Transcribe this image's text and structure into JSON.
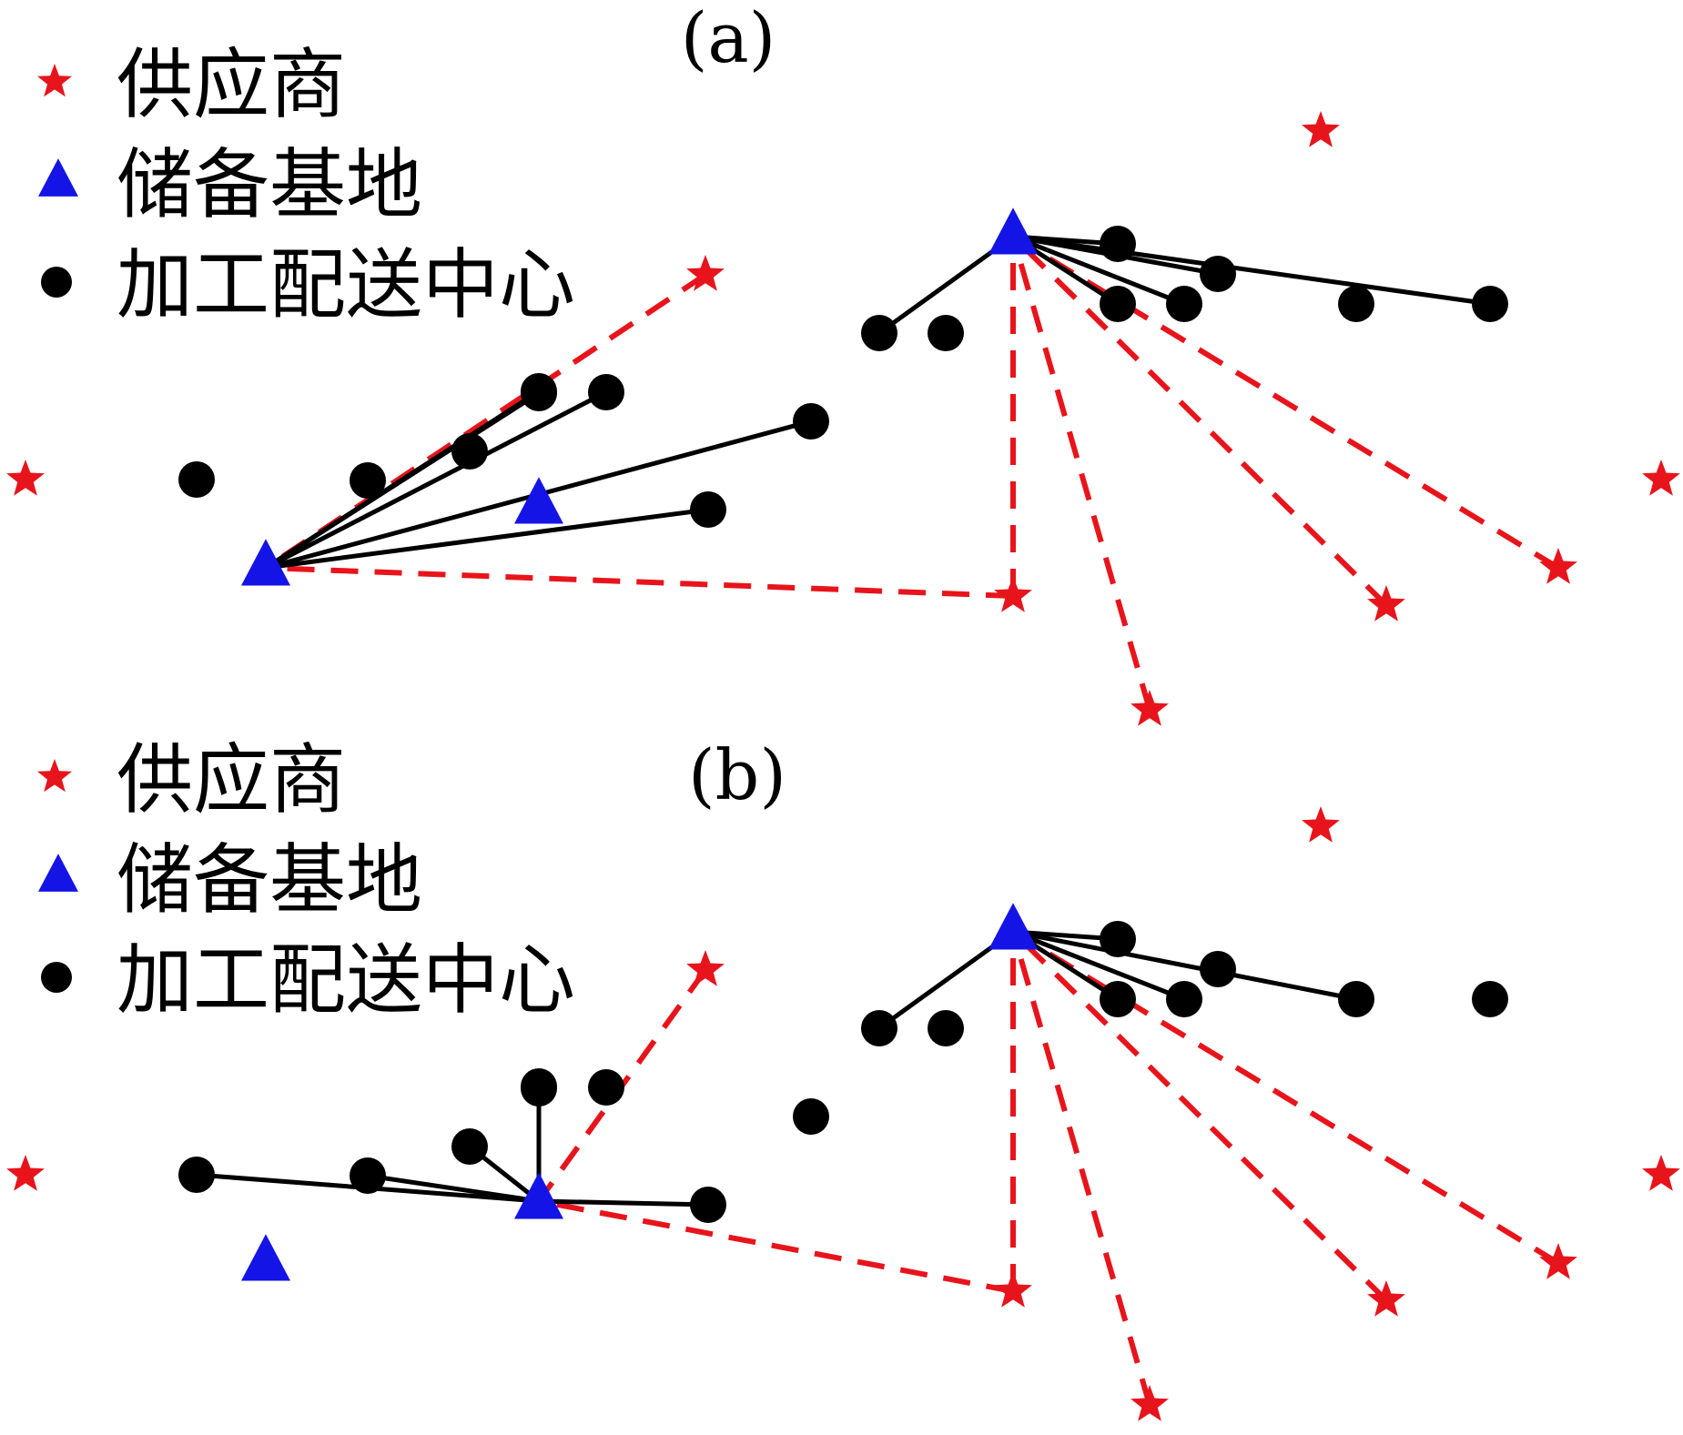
{
  "legend": {
    "supplier": "供应商",
    "storage_base": "储备基地",
    "distribution_center": "加工配送中心"
  },
  "colors": {
    "supplier": "#e8141b",
    "storage_base": "#1414e6",
    "distribution_center": "#000000",
    "supply_link": "#e8141b",
    "distribution_link": "#000000"
  },
  "panels": [
    {
      "label": "(a)",
      "suppliers": [
        "s1",
        "s2",
        "s3",
        "s4",
        "s5",
        "s6",
        "s7",
        "s8"
      ],
      "storage_bases": [
        "A",
        "B",
        "C"
      ],
      "active_bases": [
        "A",
        "B"
      ],
      "centers": [
        "c1",
        "c2",
        "c3",
        "c4",
        "c5",
        "c6",
        "c7",
        "c8",
        "c9",
        "c10",
        "c11",
        "c12",
        "c13",
        "c14",
        "c15",
        "c16"
      ],
      "supply_links": [
        [
          "s2",
          "A"
        ],
        [
          "s3",
          "A"
        ],
        [
          "s3",
          "B"
        ],
        [
          "s4",
          "B"
        ],
        [
          "s5",
          "B"
        ],
        [
          "s6",
          "B"
        ]
      ],
      "distribution_links": [
        [
          "A",
          "c4"
        ],
        [
          "A",
          "c5"
        ],
        [
          "A",
          "c6"
        ],
        [
          "A",
          "c7"
        ],
        [
          "A",
          "c8"
        ],
        [
          "B",
          "c9"
        ],
        [
          "B",
          "c11"
        ],
        [
          "B",
          "c12"
        ],
        [
          "B",
          "c13"
        ],
        [
          "B",
          "c14"
        ],
        [
          "B",
          "c16"
        ]
      ]
    },
    {
      "label": "(b)",
      "suppliers": [
        "s1",
        "s2",
        "s3",
        "s4",
        "s5",
        "s6",
        "s7",
        "s8"
      ],
      "storage_bases": [
        "A",
        "B",
        "C"
      ],
      "active_bases": [
        "C",
        "B"
      ],
      "centers": [
        "c1",
        "c2",
        "c3",
        "c4",
        "c5",
        "c6",
        "c7",
        "c8",
        "c9",
        "c10",
        "c11",
        "c12",
        "c13",
        "c14",
        "c15",
        "c16"
      ],
      "supply_links": [
        [
          "s2",
          "C"
        ],
        [
          "s3",
          "C"
        ],
        [
          "s3",
          "B"
        ],
        [
          "s4",
          "B"
        ],
        [
          "s5",
          "B"
        ],
        [
          "s6",
          "B"
        ]
      ],
      "distribution_links": [
        [
          "C",
          "c1"
        ],
        [
          "C",
          "c2"
        ],
        [
          "C",
          "c3"
        ],
        [
          "C",
          "c4"
        ],
        [
          "C",
          "c6"
        ],
        [
          "B",
          "c9"
        ],
        [
          "B",
          "c11"
        ],
        [
          "B",
          "c12"
        ],
        [
          "B",
          "c13"
        ],
        [
          "B",
          "c15"
        ]
      ]
    }
  ]
}
